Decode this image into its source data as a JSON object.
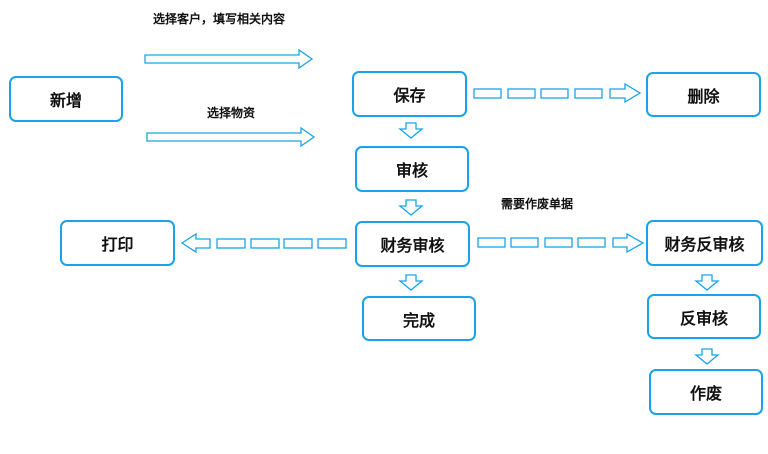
{
  "nodes": {
    "xinzeng": "新增",
    "baocun": "保存",
    "shanchu": "删除",
    "shenhe": "审核",
    "caiwushenhe": "财务审核",
    "dayin": "打印",
    "caiwufanshenhe": "财务反审核",
    "wancheng": "完成",
    "fanshenhe": "反审核",
    "zuofei": "作废"
  },
  "labels": {
    "select_customer": "选择客户，填写相关内容",
    "select_goods": "选择物资",
    "void_documents": "需要作废单据"
  },
  "colors": {
    "border": "#1aa3e8",
    "text": "#111111",
    "background": "#ffffff"
  }
}
